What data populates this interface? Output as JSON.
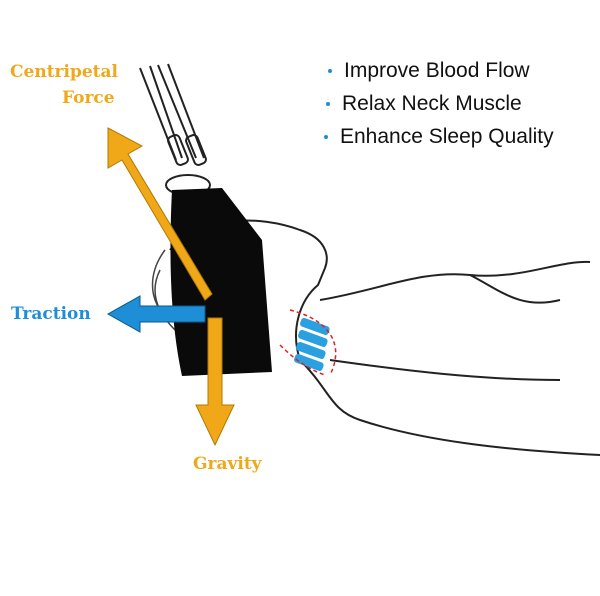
{
  "labels": {
    "centripetal_line1": "Centripetal",
    "centripetal_line2": "Force",
    "traction": "Traction",
    "gravity": "Gravity"
  },
  "benefits": [
    {
      "text": "Improve Blood Flow"
    },
    {
      "text": "Relax Neck Muscle"
    },
    {
      "text": "Enhance Sleep Quality"
    }
  ],
  "colors": {
    "orange": "#f0a818",
    "blue": "#1e8fd6",
    "red": "#e02020"
  }
}
